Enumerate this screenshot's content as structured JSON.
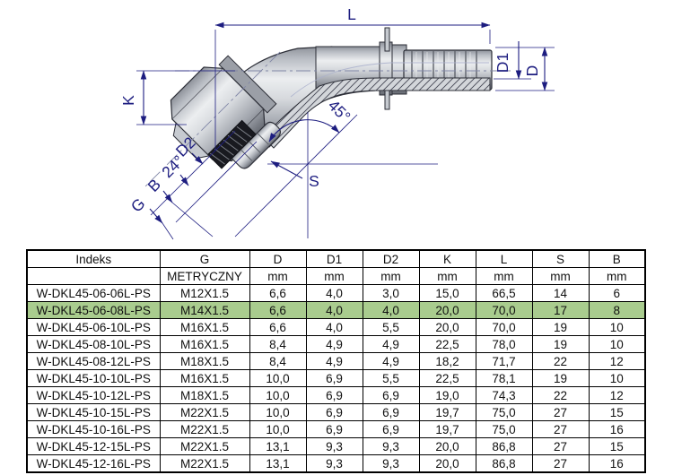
{
  "drawing": {
    "title": "45-degree hydraulic hose fitting technical drawing",
    "labels": {
      "L": "L",
      "D1": "D1",
      "D": "D",
      "K": "K",
      "angle45": "45°",
      "D2": "D2",
      "angle24": "24°",
      "B": "B",
      "G": "G",
      "S": "S"
    },
    "colors": {
      "dimension": "#1d1d80",
      "outline": "#2b2d36",
      "metal_light": "#eceef0",
      "metal_dark": "#63676f",
      "thread_dark": "#191a20",
      "centerline": "#8086a6",
      "hatch": "#454754"
    }
  },
  "table": {
    "columns": [
      "Indeks",
      "G",
      "D",
      "D1",
      "D2",
      "K",
      "L",
      "S",
      "B"
    ],
    "units_row": [
      "",
      "METRYCZNY",
      "mm",
      "mm",
      "mm",
      "mm",
      "mm",
      "mm",
      "mm"
    ],
    "highlighted_index": 1,
    "highlight_color": "#a9cc8e",
    "rows": [
      [
        "W-DKL45-06-06L-PS",
        "M12X1.5",
        "6,6",
        "4,0",
        "3,0",
        "15,0",
        "66,5",
        "14",
        "6"
      ],
      [
        "W-DKL45-06-08L-PS",
        "M14X1.5",
        "6,6",
        "4,0",
        "4,0",
        "20,0",
        "70,0",
        "17",
        "8"
      ],
      [
        "W-DKL45-06-10L-PS",
        "M16X1.5",
        "6,6",
        "4,0",
        "5,5",
        "20,0",
        "70,0",
        "19",
        "10"
      ],
      [
        "W-DKL45-08-10L-PS",
        "M16X1.5",
        "8,4",
        "4,9",
        "4,9",
        "22,5",
        "78,0",
        "19",
        "10"
      ],
      [
        "W-DKL45-08-12L-PS",
        "M18X1.5",
        "8,4",
        "4,9",
        "4,9",
        "18,2",
        "71,7",
        "22",
        "12"
      ],
      [
        "W-DKL45-10-10L-PS",
        "M16X1.5",
        "10,0",
        "6,9",
        "5,5",
        "22,5",
        "78,1",
        "19",
        "10"
      ],
      [
        "W-DKL45-10-12L-PS",
        "M18X1.5",
        "10,0",
        "6,9",
        "6,9",
        "19,0",
        "74,3",
        "22",
        "12"
      ],
      [
        "W-DKL45-10-15L-PS",
        "M22X1.5",
        "10,0",
        "6,9",
        "6,9",
        "19,7",
        "75,0",
        "27",
        "15"
      ],
      [
        "W-DKL45-10-16L-PS",
        "M22X1.5",
        "10,0",
        "6,9",
        "6,9",
        "19,7",
        "75,0",
        "27",
        "16"
      ],
      [
        "W-DKL45-12-15L-PS",
        "M22X1.5",
        "13,1",
        "9,3",
        "9,3",
        "20,0",
        "86,8",
        "27",
        "15"
      ],
      [
        "W-DKL45-12-16L-PS",
        "M22X1.5",
        "13,1",
        "9,3",
        "9,3",
        "20,0",
        "86,8",
        "27",
        "16"
      ]
    ]
  }
}
